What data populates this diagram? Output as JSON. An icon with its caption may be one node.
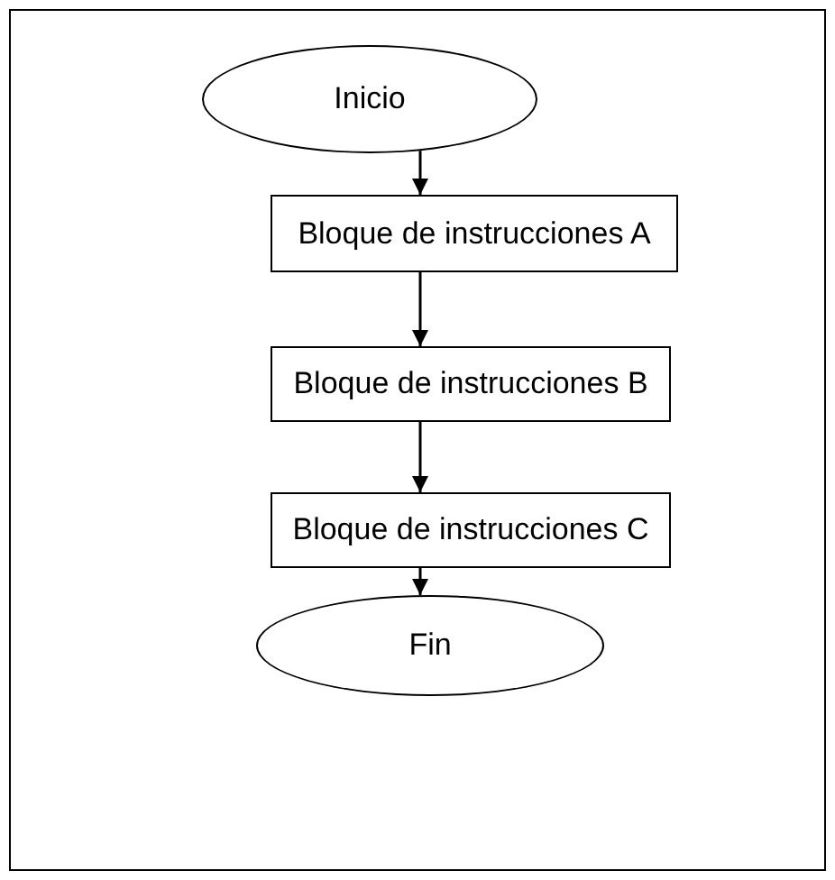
{
  "diagram": {
    "nodes": [
      {
        "text": [
          "Inicio"
        ]
      },
      {
        "text": [
          "Bloque de instrucciones A"
        ]
      },
      {
        "text": [
          "Bloque de instrucciones B"
        ]
      },
      {
        "text": [
          "Bloque de instrucciones C"
        ]
      },
      {
        "text": [
          "Fin"
        ]
      }
    ],
    "edges": [
      {
        "from": 0,
        "to": 1,
        "arrow": "to"
      },
      {
        "from": 1,
        "to": 2,
        "arrow": "to"
      },
      {
        "from": 2,
        "to": 3,
        "arrow": "to"
      },
      {
        "from": 3,
        "to": 4,
        "arrow": "to"
      }
    ]
  }
}
